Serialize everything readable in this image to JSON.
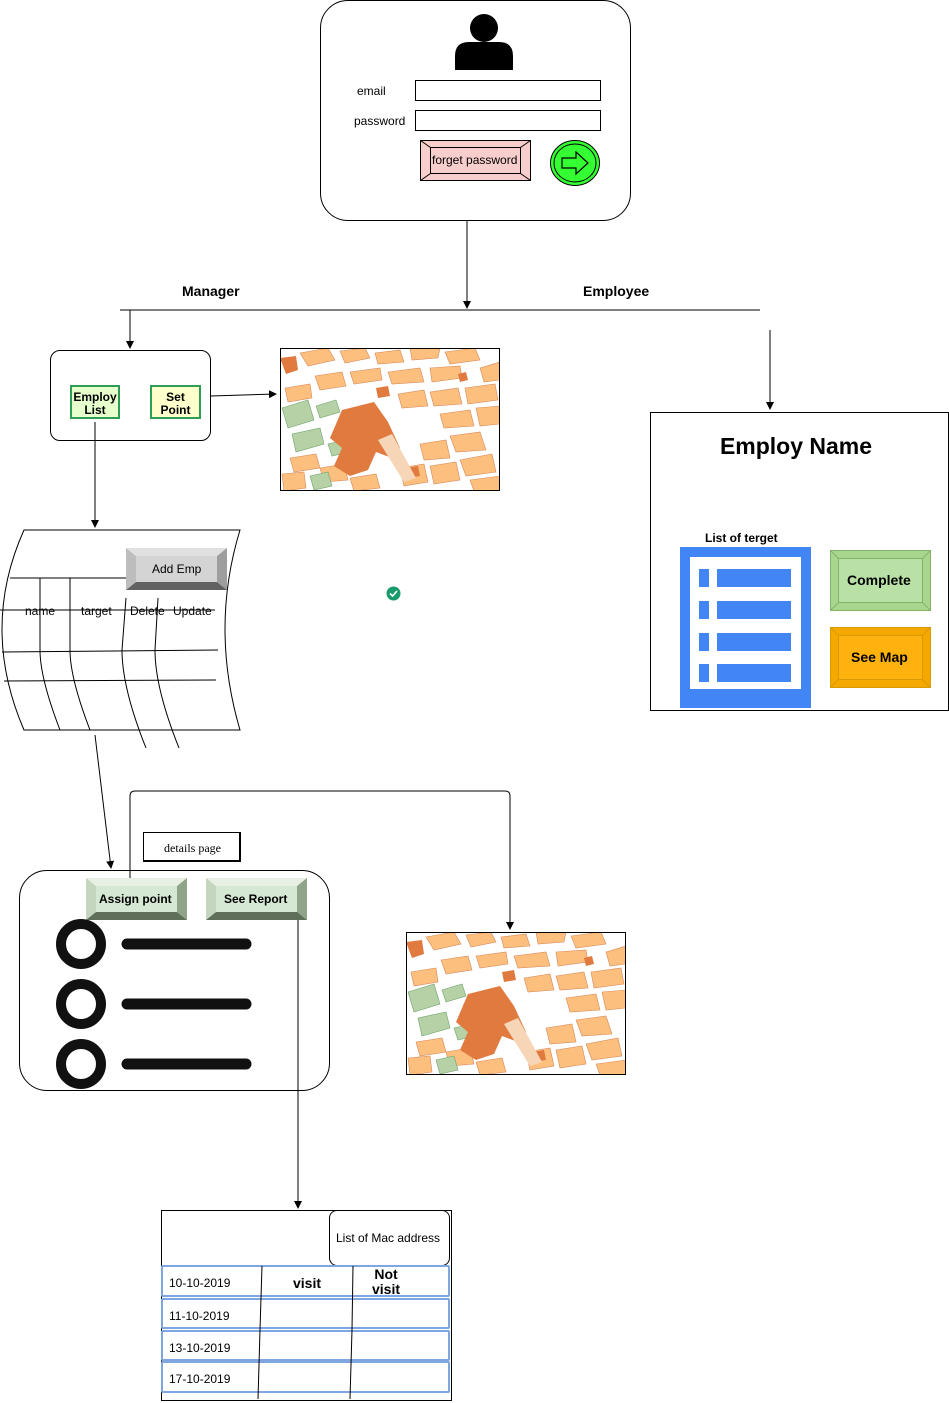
{
  "login": {
    "email_label": "email",
    "password_label": "password",
    "email_value": "",
    "password_value": "",
    "forget_password": "forget password"
  },
  "roles": {
    "manager": "Manager",
    "employee": "Employee"
  },
  "manager": {
    "employ_list": [
      "Employ",
      "List"
    ],
    "set_point": [
      "Set",
      "Point"
    ]
  },
  "emp_table": {
    "add_button": "Add Emp",
    "columns": [
      "name",
      "target",
      "Delete",
      "Update"
    ]
  },
  "employee_page": {
    "title": "Employ Name",
    "list_label": "List of terget",
    "complete": "Complete",
    "see_map": "See Map"
  },
  "details": {
    "label": "details page",
    "assign_point": "Assign point",
    "see_report": "See Report"
  },
  "report": {
    "mac_label": "List of Mac address",
    "visit_header": "visit",
    "not_visit_header": [
      "Not",
      "visit"
    ],
    "dates": [
      "10-10-2019",
      "11-10-2019",
      "13-10-2019",
      "17-10-2019"
    ]
  },
  "colors": {
    "forget_fill": "#f8cecc",
    "go_button": "#33ff33",
    "set_point_fill": "#ffffcc",
    "employ_list_fill": "#e6ffcc",
    "button_border_green": "#2d9e54",
    "list_icon_blue": "#4285f4",
    "complete_fill": "#b9e0a5",
    "see_map_fill": "#ffb20d",
    "check_green": "#1b9a6c"
  }
}
